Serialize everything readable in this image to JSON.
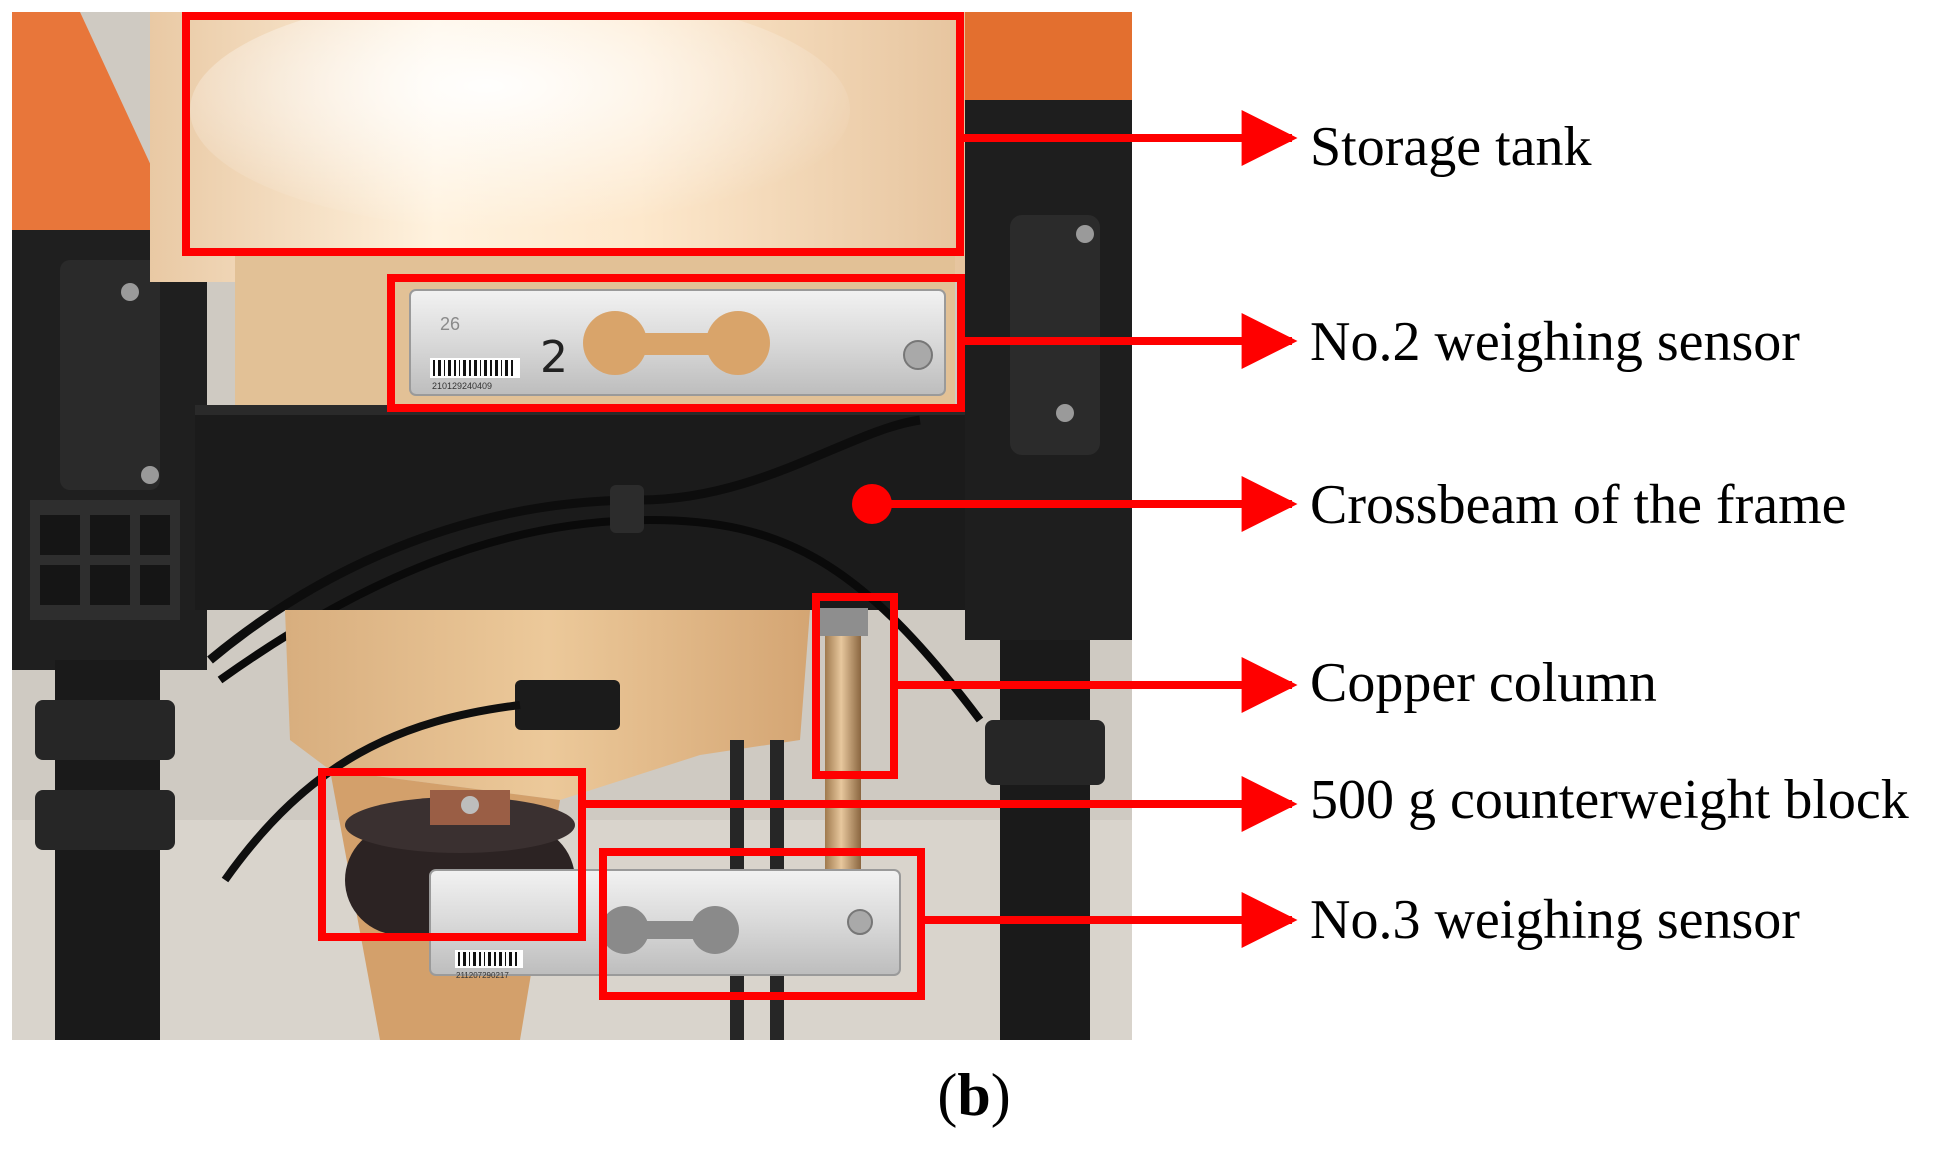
{
  "figure": {
    "panel_label_open": "(",
    "panel_label_letter": "b",
    "panel_label_close": ")",
    "annotation_color": "#ff0000",
    "labels": [
      "Storage tank",
      "No.2 weighing sensor",
      "Crossbeam of the frame",
      "Copper column",
      "500 g counterweight block",
      "No.3 weighing sensor"
    ],
    "photo": {
      "sensor2_number": "26",
      "sensor2_marking": "2",
      "sensor2_serial": "210129240409",
      "sensor3_serial": "211207290217"
    }
  }
}
